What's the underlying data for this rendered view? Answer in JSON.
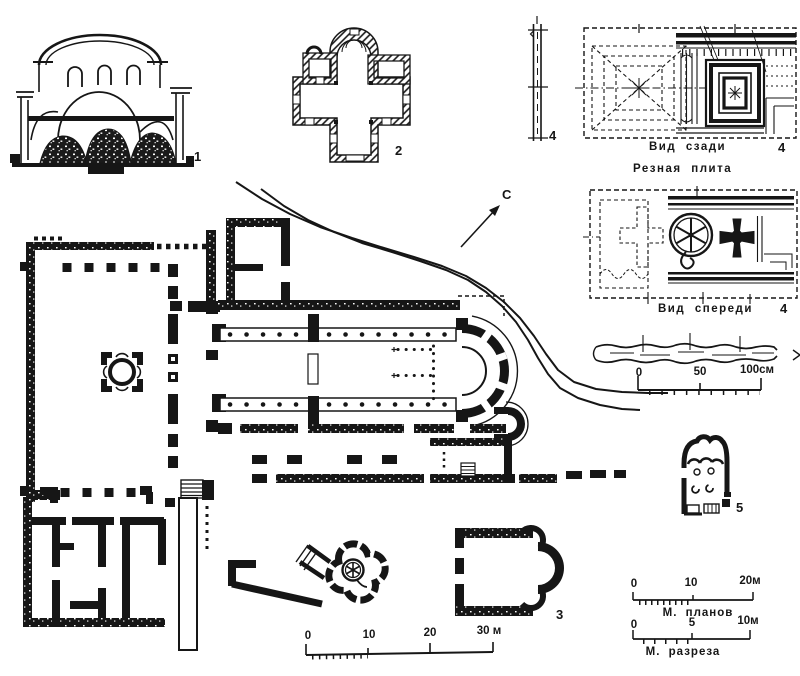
{
  "palette": {
    "paper": "#ffffff",
    "ink": "#161616"
  },
  "figure_labels": {
    "section": "1",
    "cross_plan": "2",
    "triconch_chapel": "3",
    "slab_side": "4",
    "slab_rear": "4",
    "slab_front": "4",
    "small_chapel": "5"
  },
  "north_arrow": {
    "label": "С"
  },
  "captions": {
    "rear_view": "Вид сзади",
    "carved_plate": "Резная плита",
    "front_view": "Вид спереди"
  },
  "scales": {
    "centimeters": {
      "ticks": [
        "0",
        "50",
        "100см"
      ]
    },
    "site_meters": {
      "ticks": [
        "0",
        "10",
        "20",
        "30 м"
      ]
    },
    "plans_meters": {
      "ticks": [
        "0",
        "10",
        "20м"
      ],
      "caption": "М. планов"
    },
    "sections_meters": {
      "ticks": [
        "0",
        "5",
        "10м"
      ],
      "caption": "М. разреза"
    }
  }
}
